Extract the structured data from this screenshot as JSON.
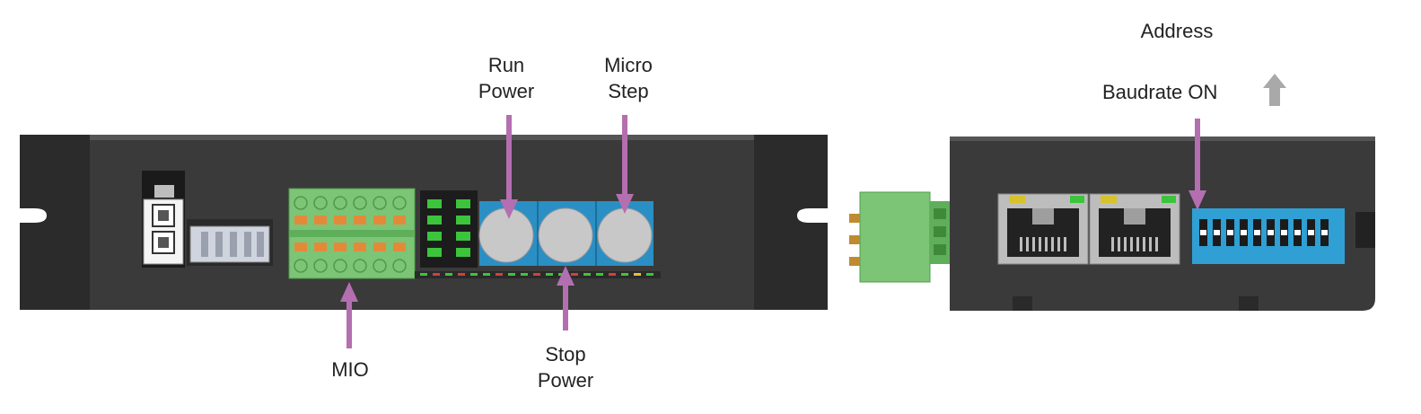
{
  "labels": {
    "run_power": [
      "Run",
      "Power"
    ],
    "micro_step": [
      "Micro",
      "Step"
    ],
    "address": "Address",
    "baudrate_on": "Baudrate ON",
    "mio": "MIO",
    "stop_power": [
      "Stop",
      "Power"
    ]
  },
  "colors": {
    "housing": "#2e2e2e",
    "panel": "#3b3b3b",
    "terminal_green": "#7cc576",
    "pointer": "#b46fb0",
    "dip_blue": "#2f9fd4",
    "pot_blue": "#2a8fc4",
    "knob": "#c8c8c8",
    "up_arrow": "#a9a9a9"
  },
  "icons": {
    "up_arrow": "up-arrow-icon"
  }
}
